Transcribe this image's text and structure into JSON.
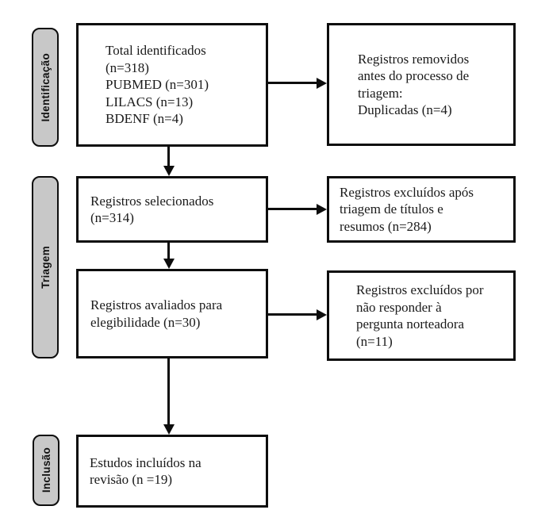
{
  "stages": {
    "identification": "Identificação",
    "screening": "Triagem",
    "inclusion": "Inclusão"
  },
  "boxes": {
    "identified": "Total identificados\n(n=318)\nPUBMED (n=301)\nLILACS (n=13)\nBDENF (n=4)",
    "removed": "Registros removidos\nantes do processo de\ntriagem:\nDuplicadas (n=4)",
    "selected": "Registros selecionados\n(n=314)",
    "excluded_titles": "Registros excluídos após\ntriagem de títulos e\nresumos (n=284)",
    "assessed": "Registros avaliados para\nelegibilidade (n=30)",
    "excluded_question": "Registros excluídos por\nnão responder à\npergunta norteadora\n(n=11)",
    "included": "Estudos incluídos na\nrevisão (n =19)"
  },
  "colors": {
    "stage_fill": "#c8c8c8",
    "box_border": "#0d0d0d",
    "background": "#ffffff",
    "text": "#1a1a1a"
  }
}
